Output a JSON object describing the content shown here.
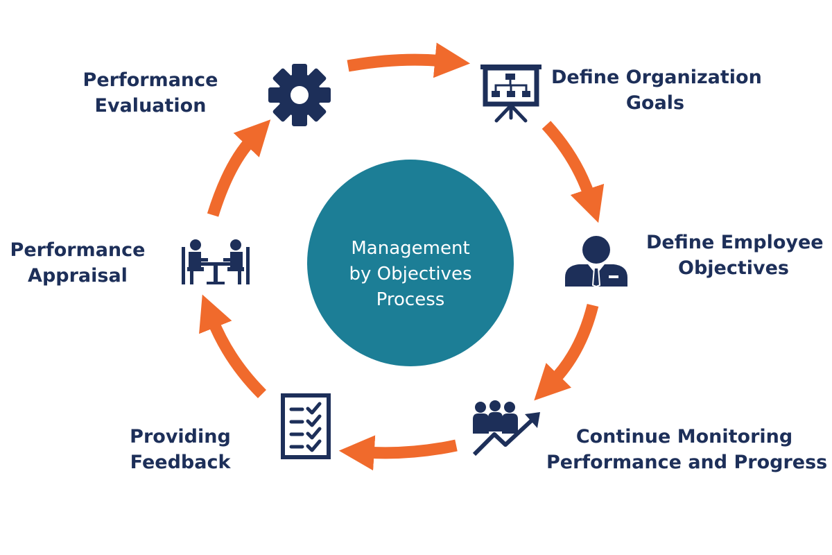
{
  "center": {
    "title_lines": [
      "Management",
      "by Objectives",
      "Process"
    ]
  },
  "steps": [
    {
      "id": "define-organization-goals",
      "icon": "presentation-board-icon",
      "lines": [
        "Define Organization",
        "Goals"
      ]
    },
    {
      "id": "define-employee-objectives",
      "icon": "employee-icon",
      "lines": [
        "Define Employee",
        "Objectives"
      ]
    },
    {
      "id": "continue-monitoring",
      "icon": "team-growth-icon",
      "lines": [
        "Continue Monitoring",
        "Performance and Progress"
      ]
    },
    {
      "id": "providing-feedback",
      "icon": "checklist-icon",
      "lines": [
        "Providing",
        "Feedback"
      ]
    },
    {
      "id": "performance-appraisal",
      "icon": "meeting-icon",
      "lines": [
        "Performance",
        "Appraisal"
      ]
    },
    {
      "id": "performance-evaluation",
      "icon": "gear-icon",
      "lines": [
        "Performance",
        "Evaluation"
      ]
    }
  ],
  "colors": {
    "arrow": "#f06a2c",
    "icon": "#1d2f59",
    "label": "#1d2f59",
    "center_fill": "#1c7e96",
    "center_text": "#ffffff"
  }
}
